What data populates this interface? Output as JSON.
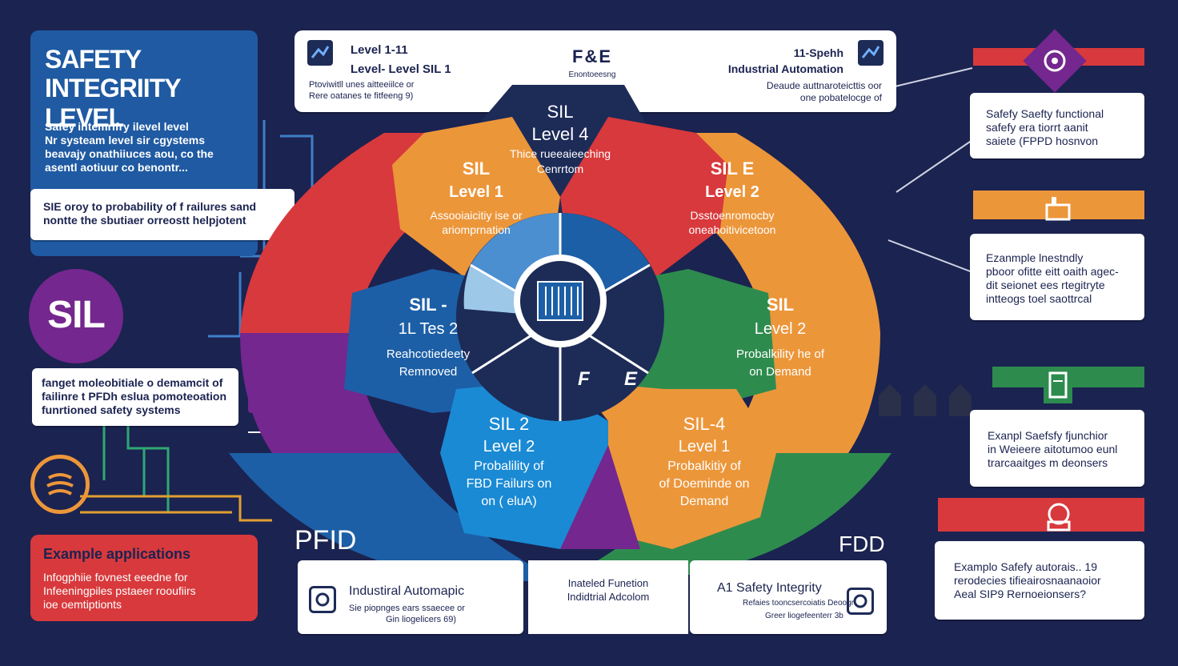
{
  "colors": {
    "bg": "#1b2350",
    "navy": "#1d2b57",
    "blue": "#1c5fa6",
    "lightblue": "#1a8ad4",
    "red": "#d8393c",
    "orange": "#ec963a",
    "green": "#2e8b4e",
    "purple": "#74278e"
  },
  "title_card": {
    "title_line1": "SAFETY",
    "title_line2": "INTEGRIITY LEVEL",
    "body": [
      "Safey intemrifry ilevel level",
      "Nr systeam level sir cgystems",
      "beavajy onathiiuces aou, co the",
      "asentl aotiuur co benontr..."
    ]
  },
  "note_left_1": {
    "lines": [
      "SIE oroy to probability of f railures sand",
      "nontte the sbutiaer orreostt helpjotent"
    ]
  },
  "sil_badge": {
    "label": "SIL"
  },
  "note_left_2": {
    "lines": [
      "fanget moleobitiale o demamcit of",
      "failinre t PFDh eslua pomoteoation",
      "funrtioned safety systems"
    ]
  },
  "pfid_label": "PFID",
  "example_apps": {
    "title": "Example applications",
    "lines": [
      "Infogphiie fovnest eeedne for",
      "Infeeningpiles pstaeer rooufiirs",
      "ioe oemtiptionts"
    ]
  },
  "top_left_card": {
    "title1": "Level 1-11",
    "title2": "Level- Level SIL 1",
    "lines": [
      "Ptoviwitll unes aitteeiilce or",
      "Rere oatanes te fitfeeng 9)"
    ]
  },
  "top_center": {
    "title": "F&E",
    "sub": "Enontoeesng"
  },
  "top_right_card": {
    "title1": "11-Spehh",
    "title2": "Industrial Automation",
    "lines": [
      "Deaude auttnaroteicttis oor",
      "one pobatelocge of"
    ]
  },
  "right_card_1": {
    "lines": [
      "Safefy Saefty functional",
      "safefy era tiorrt aanit",
      "saiete (FPPD hosnvon"
    ]
  },
  "right_card_2": {
    "lines": [
      "Ezanmple lnestndly",
      "pboor ofitte eitt oaith agec-",
      "dit seionet ees rtegitryte",
      "intteogs toel saottrcal"
    ]
  },
  "right_card_3": {
    "lines": [
      "Exanpl Saefsfy fjunchior",
      "in Weieere aitotumoo eunl",
      "trarcaaitges m deonsers"
    ]
  },
  "right_card_4": {
    "lines": [
      "Examplo Safefy autorais.. 19",
      "rerodecies tifieairosnaanaoior",
      "Aeal SIP9 Rernoeionsers?"
    ]
  },
  "fdd_label": "FDD",
  "bottom_left_card": {
    "title": "Industiral Automapic",
    "lines": [
      "Sie piopnges ears ssaecee or",
      "Gin liogelicers 69)"
    ]
  },
  "bottom_center": {
    "lines": [
      "Inateled Funetion",
      "Indidtrial Adcolom"
    ]
  },
  "bottom_right_card": {
    "title": "A1 Safety Integrity",
    "lines": [
      "Refaies tooncsercoiatis Deoogr",
      "Greer liogefeenterr 3b"
    ]
  },
  "wheel": {
    "top": {
      "l1": "SIL",
      "l2": "Level 4",
      "l3": "Thice rueeaieeching",
      "l4": "Cenrrtom"
    },
    "upper_left": {
      "l1": "SIL",
      "l2": "Level 1",
      "l3": "Assooiaicitiy ise or",
      "l4": "ariomprnation"
    },
    "upper_right": {
      "l1": "SIL E",
      "l2": "Level 2",
      "l3": "Dsstoenromocby",
      "l4": "oneahoitivicetoon"
    },
    "left": {
      "l1": "SIL -",
      "l2": "1L Tes 2",
      "l3": "Reahcotiedeety",
      "l4": "Remnoved"
    },
    "right": {
      "l1": "SIL",
      "l2": "Level 2",
      "l3": "Probalkility he of",
      "l4": "on Demand"
    },
    "lower_left": {
      "l1": "SIL 2",
      "l2": "Level 2",
      "l3": "Probalility of",
      "l4": "FBD Failurs on",
      "l5": "on ( eluA)"
    },
    "lower_right": {
      "l1": "SIL-4",
      "l2": "Level 1",
      "l3": "Probalkitiy of",
      "l4": "of Doeminde on",
      "l5": "Demand"
    },
    "hub_left": "F",
    "hub_right": "E"
  },
  "icons": {
    "top_left": "machine-icon",
    "top_right": "machine-icon",
    "right_1": "brain-chip-icon",
    "right_2": "factory-icon",
    "right_3": "sensor-icon",
    "right_4": "robot-icon",
    "bottom_left": "gauge-icon",
    "bottom_right": "gauge-icon",
    "center": "chip-icon",
    "left": "signal-icon"
  }
}
